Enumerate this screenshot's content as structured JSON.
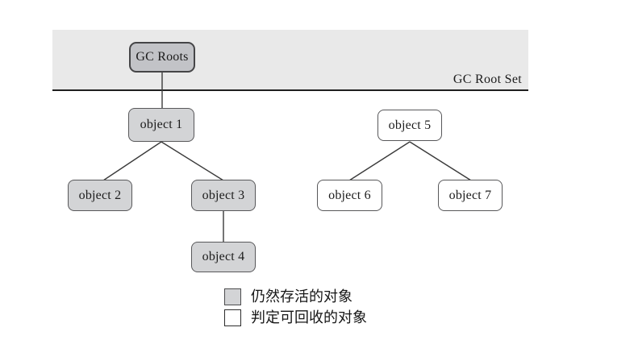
{
  "band": {
    "label": "GC Root Set"
  },
  "root": {
    "label": "GC Roots"
  },
  "nodes": [
    {
      "label": "object 1",
      "state": "alive"
    },
    {
      "label": "object 2",
      "state": "alive"
    },
    {
      "label": "object 3",
      "state": "alive"
    },
    {
      "label": "object 4",
      "state": "alive"
    },
    {
      "label": "object 5",
      "state": "reclaimable"
    },
    {
      "label": "object 6",
      "state": "reclaimable"
    },
    {
      "label": "object 7",
      "state": "reclaimable"
    }
  ],
  "legend": {
    "items": [
      {
        "label": "仍然存活的对象",
        "swatch": "alive"
      },
      {
        "label": "判定可回收的对象",
        "swatch": "reclaimable"
      }
    ]
  },
  "colors": {
    "band-fill": "#e9e9e9",
    "band-line": "#1f1f1f",
    "root-fill": "#c2c3c7",
    "alive-fill": "#d3d4d6",
    "reclaimable-fill": "#ffffff",
    "node-border": "#58585a",
    "edge-line": "#3a3a3a",
    "text": "#1c1c1c"
  }
}
